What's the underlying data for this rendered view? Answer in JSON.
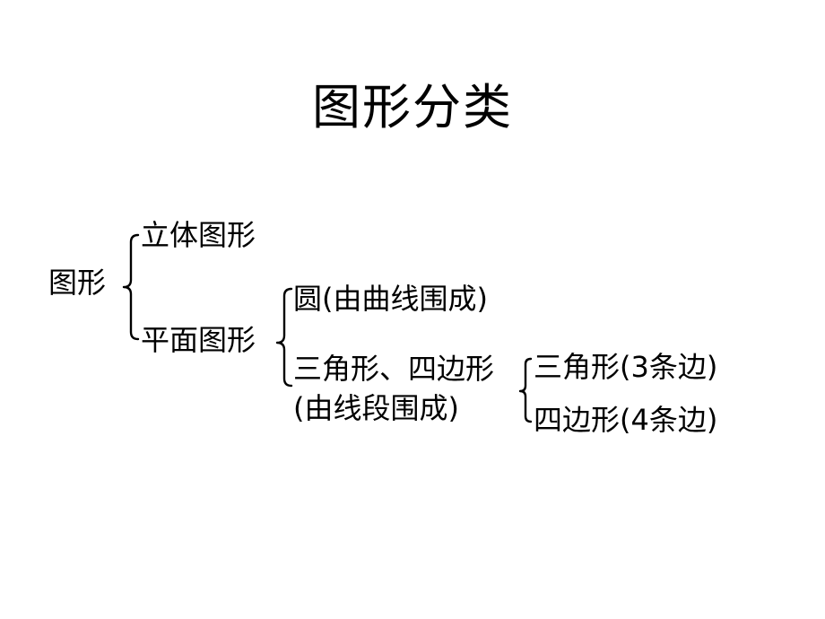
{
  "title": "图形分类",
  "tree": {
    "root": "图形",
    "solid": "立体图形",
    "plane": "平面图形",
    "circle": "圆(由曲线围成)",
    "polygon_line1": "三角形、四边形",
    "polygon_line2": "(由线段围成)",
    "triangle": "三角形(3条边)",
    "quadrilateral": "四边形(4条边)"
  }
}
